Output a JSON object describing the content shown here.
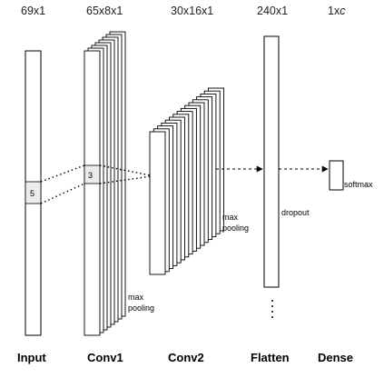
{
  "layers": {
    "input": {
      "dim": "69x1",
      "name": "Input",
      "kernel": "5"
    },
    "conv1": {
      "dim": "65x8x1",
      "name": "Conv1",
      "kernel": "3",
      "pool": [
        "max",
        "pooling"
      ]
    },
    "conv2": {
      "dim": "30x16x1",
      "name": "Conv2",
      "pool": [
        "max",
        "pooling"
      ]
    },
    "flatten": {
      "dim": "240x1",
      "name": "Flatten",
      "note": "dropout"
    },
    "dense": {
      "dim_prefix": "1x",
      "dim_italic": "c",
      "name": "Dense",
      "note": "softmax"
    }
  },
  "colors": {
    "stroke": "#000000",
    "kernel_fill": "#ececec",
    "background": "#ffffff"
  }
}
